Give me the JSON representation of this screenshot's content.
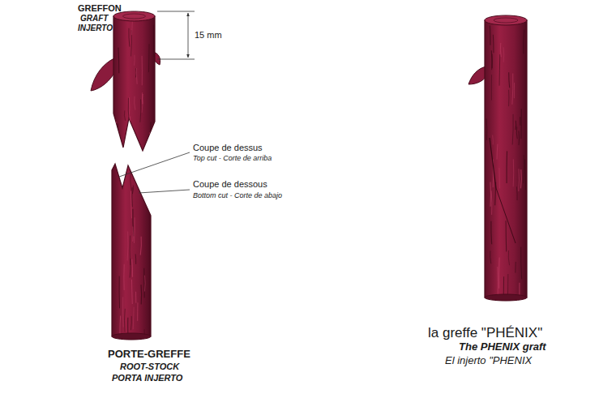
{
  "diagram": {
    "labels": [
      "GREFFON",
      "GRAFT",
      "INJERTO",
      "15 mm",
      "Coupe de dessus",
      "Top cut - Corte de arriba",
      "Coupe de dessous",
      "Bottom cut - Corte de abajo",
      "PORTE-GREFFE",
      "ROOT-STOCK",
      "PORTA INJERTO",
      "la greffe \"PHÉNIX\"",
      "The PHENIX graft",
      "El injerto \"PHENIX"
    ]
  }
}
